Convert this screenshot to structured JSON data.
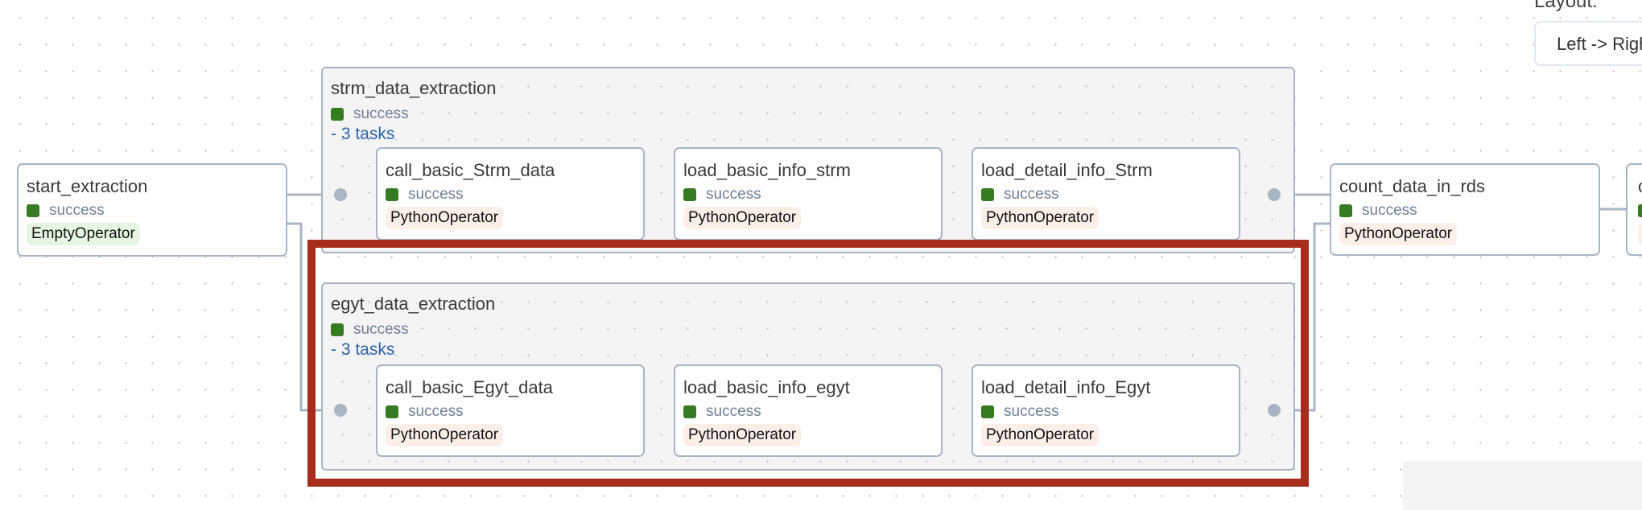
{
  "layout": {
    "label": "Layout:",
    "selected": "Left -> Right"
  },
  "status_color": "#367a22",
  "nodes": {
    "start_extraction": {
      "title": "start_extraction",
      "status": "success",
      "operator": "EmptyOperator"
    },
    "count_data_in_rds": {
      "title": "count_data_in_rds",
      "status": "success",
      "operator": "PythonOperator"
    },
    "next": {
      "title": "c"
    }
  },
  "groups": [
    {
      "title": "strm_data_extraction",
      "status": "success",
      "tasks_toggle": "- 3 tasks",
      "tasks": [
        {
          "title": "call_basic_Strm_data",
          "status": "success",
          "operator": "PythonOperator"
        },
        {
          "title": "load_basic_info_strm",
          "status": "success",
          "operator": "PythonOperator"
        },
        {
          "title": "load_detail_info_Strm",
          "status": "success",
          "operator": "PythonOperator"
        }
      ]
    },
    {
      "title": "egyt_data_extraction",
      "status": "success",
      "tasks_toggle": "- 3 tasks",
      "tasks": [
        {
          "title": "call_basic_Egyt_data",
          "status": "success",
          "operator": "PythonOperator"
        },
        {
          "title": "load_basic_info_egyt",
          "status": "success",
          "operator": "PythonOperator"
        },
        {
          "title": "load_detail_info_Egyt",
          "status": "success",
          "operator": "PythonOperator"
        }
      ]
    }
  ],
  "highlight_color": "#a72c1c"
}
